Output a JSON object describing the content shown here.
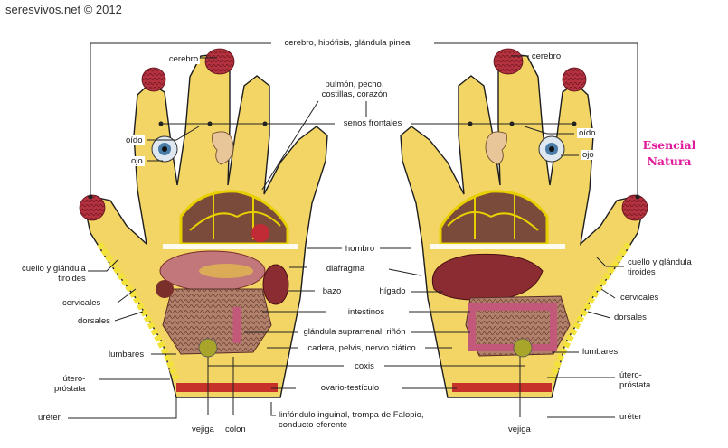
{
  "watermark": "seresvivos.net © 2012",
  "brand": "Esencial\nNatura",
  "colors": {
    "skin": "#f2d564",
    "skin_shadow": "#d8b64a",
    "outline": "#1e1e1e",
    "brain": "#b4323f",
    "nerve": "#e8d000",
    "spine": "#f3e23a",
    "red_band": "#c6322a"
  },
  "labels": {
    "cerebro_hipofisis": "cerebro, hipófisis, glándula pineal",
    "cerebro_left": "cerebro",
    "cerebro_right": "cerebro",
    "pulmon": "pulmón, pecho,\ncostillas, corazón",
    "senos": "senos frontales",
    "oido_left": "oído",
    "ojo_left": "ojo",
    "oido_right": "oído",
    "ojo_right": "ojo",
    "hombro": "hombro",
    "diafragma": "diafragma",
    "bazo": "bazo",
    "higado": "hígado",
    "intestinos": "intestinos",
    "suprarrenal": "glándula suprarrenal, riñón",
    "cadera": "cadera, pelvis, nervio ciático",
    "coxis": "coxis",
    "ovario": "ovario-testículo",
    "linfondulo": "linfóndulo inguinal, trompa de Falopio,\nconducto eferente",
    "cuello_left": "cuello y glándula\ntiroides",
    "cervicales_left": "cervicales",
    "dorsales_left": "dorsales",
    "lumbares_left": "lumbares",
    "utero_left": "útero-\npróstata",
    "ureter_left": "uréter",
    "vejiga_left": "vejiga",
    "colon": "colon",
    "cuello_right": "cuello y glándula\ntiroides",
    "cervicales_right": "cervicales",
    "dorsales_right": "dorsales",
    "lumbares_right": "lumbares",
    "utero_right": "útero-\npróstata",
    "ureter_right": "uréter",
    "vejiga_right": "vejiga"
  }
}
